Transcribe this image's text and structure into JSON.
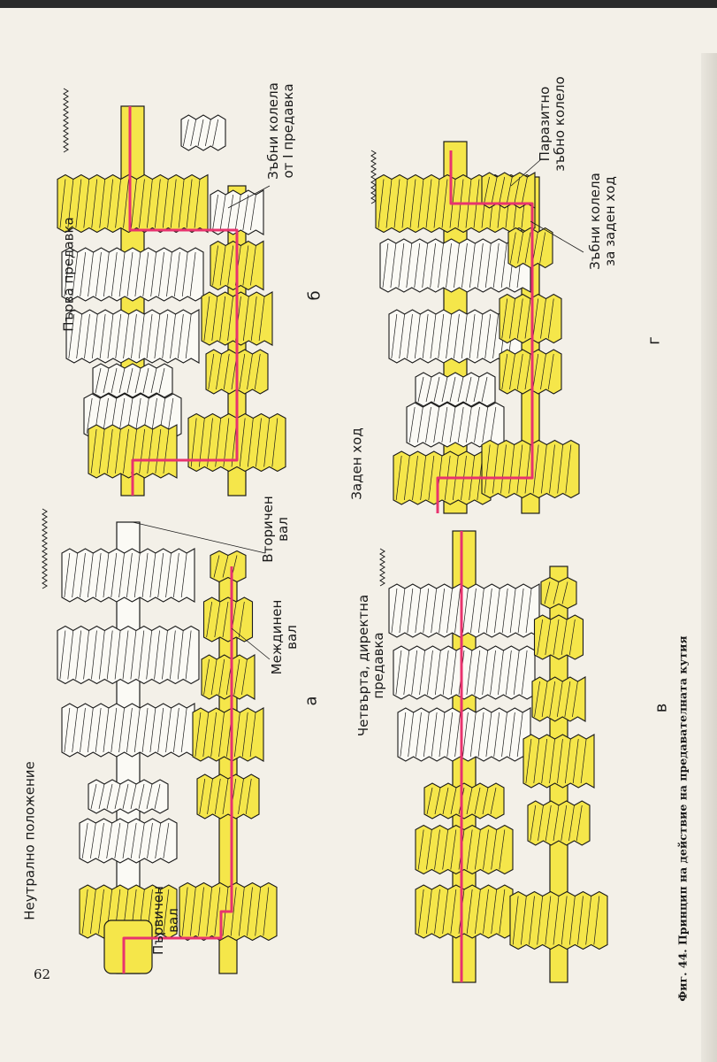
{
  "page_number": "62",
  "caption": "Фиг. 44. Принцип на действие на предавателната кутия",
  "colors": {
    "gear_yellow": "#f5e64a",
    "power_flow": "#e8336e",
    "outline": "#1a1a1a",
    "paper": "#f3f0e8"
  },
  "panels": {
    "a": {
      "letter": "а",
      "title": "Неутрално положение",
      "input_shaft": "Първичен\nвал",
      "output_shaft": "Вторичен\nвал",
      "counter_shaft": "Междинен\nвал"
    },
    "b": {
      "letter": "б",
      "title": "Първа предавка",
      "gears_label": "Зъбни колела\nот I предавка"
    },
    "v": {
      "letter": "в",
      "title": "Четвърта, директна\nпредавка"
    },
    "g": {
      "letter": "г",
      "title": "Заден ход",
      "idler_label": "Паразитно\nзъбно колело",
      "reverse_gears_label": "Зъбни колела\nза заден ход"
    }
  }
}
